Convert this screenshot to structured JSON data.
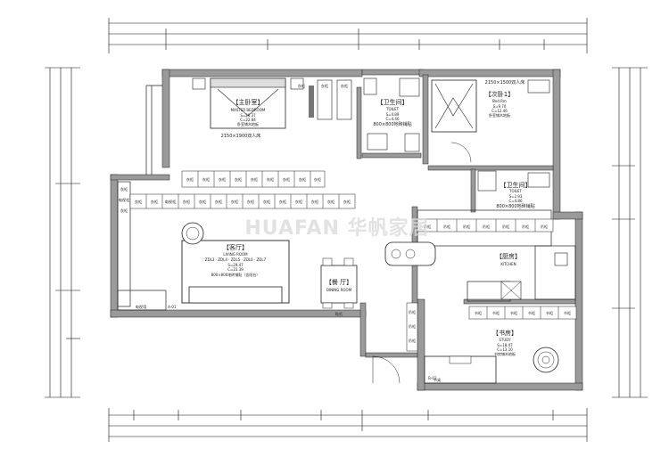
{
  "watermark": "HUAFAN 华帆家居",
  "rooms": {
    "master": {
      "cn": "【主卧室】",
      "en": "MASTER BEDROOM",
      "s": "S=26.37",
      "c": "C=22.84",
      "note": "卧室铺木地板",
      "bed": "2150×1900双人床"
    },
    "second": {
      "cn": "【次卧1】",
      "en": "Bed Rm",
      "s": "S=9.70",
      "c": "C=12.46",
      "note": "卧室铺木地板",
      "bed": "2150×1500双人床"
    },
    "bath1": {
      "cn": "【卫生间】",
      "en": "TOILET",
      "s": "S=4.89",
      "c": "C=4.46",
      "tile": "800×800地砖铺贴"
    },
    "bath2": {
      "cn": "【卫生间】",
      "en": "TOILET",
      "s": "S=2.93",
      "c": "C=4.86",
      "tile": "800×800地砖铺贴"
    },
    "living": {
      "cn": "【客厅】",
      "en": "LIVING ROOM",
      "s": "S=29.47",
      "c": "C=23.39",
      "tile": "800×800地砖铺贴（含阳台）",
      "codes": "ZDL3 · ZDL4 · ZDL5 · ZDL6 · ZDL7"
    },
    "dining": {
      "cn": "【餐 厅】",
      "en": "DINING ROOM"
    },
    "kitchen": {
      "cn": "【厨房】",
      "en": "KITCHEN"
    },
    "study": {
      "cn": "【书房】",
      "en": "STUDY",
      "s": "S=18.47",
      "c": "C=13.10",
      "note": "书房铺木地板"
    }
  },
  "cabinets": {
    "wardrobe_top": [
      "衣柜",
      "衣柜",
      "衣柜"
    ],
    "wardrobe_row": [
      "衣柜",
      "衣柜",
      "衣柜",
      "衣柜",
      "衣柜",
      "衣柜",
      "衣柜",
      "衣柜",
      "衣柜"
    ],
    "corridor_row": [
      "衣柜",
      "衣柜",
      "电视柜",
      "衣柜",
      "衣柜",
      "衣柜",
      "衣柜",
      "衣柜",
      "衣柜",
      "衣柜",
      "衣柜",
      "衣柜",
      "衣柜",
      "衣柜"
    ],
    "left_col": [
      "衣柜",
      "电视柜",
      "衣柜"
    ],
    "kitchen_top": [
      "吊柜",
      "吊柜",
      "吊柜",
      "吊柜",
      "吊柜",
      "吊柜",
      "吊柜"
    ],
    "kitchen_side": [
      "吊柜",
      "吊柜",
      "吊柜"
    ],
    "study_row": [
      "书柜",
      "书柜",
      "书柜",
      "书柜",
      "书柜",
      "书柜"
    ]
  },
  "marks": {
    "a": "电视墙",
    "b": "鞋柜",
    "c": "书桌",
    "d": "A-01",
    "e": "B-02"
  }
}
